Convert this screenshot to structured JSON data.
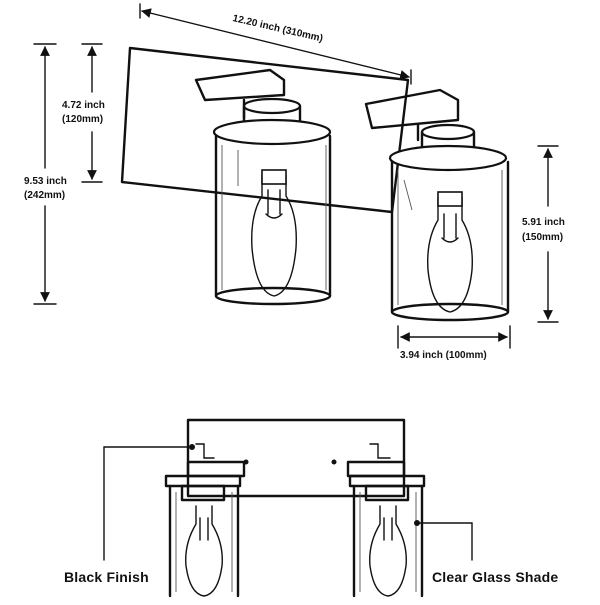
{
  "dimensions": {
    "width_total": "12.20 inch (310mm)",
    "backplate_height_1": "4.72 inch",
    "backplate_height_2": "(120mm)",
    "overall_height_1": "9.53 inch",
    "overall_height_2": "(242mm)",
    "shade_height_1": "5.91 inch",
    "shade_height_2": "(150mm)",
    "shade_width": "3.94 inch (100mm)"
  },
  "callouts": {
    "finish": "Black Finish",
    "shade": "Clear Glass Shade"
  }
}
